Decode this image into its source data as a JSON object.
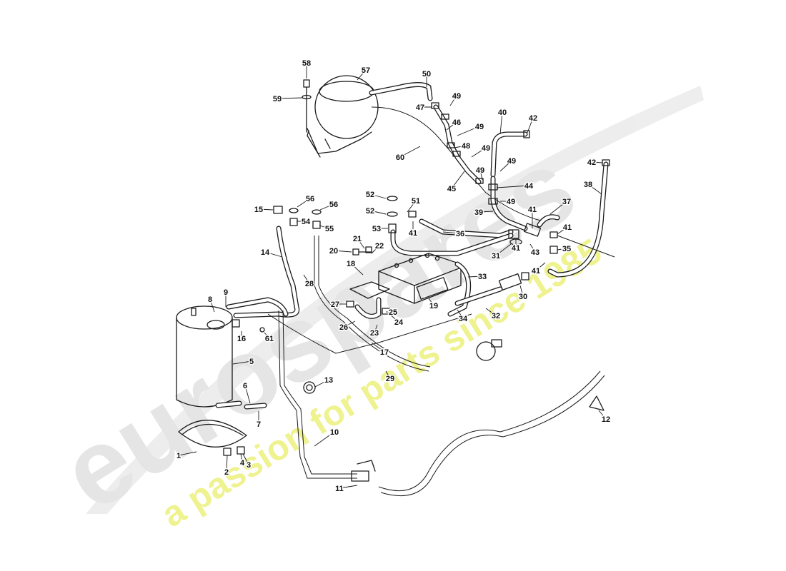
{
  "watermark": {
    "brand": "eurospares",
    "tagline": "a passion for parts since 1985",
    "brand_color": "#d9d9d9",
    "tagline_color": "#eef28a"
  },
  "callouts": [
    "1",
    "2",
    "3",
    "4",
    "5",
    "6",
    "7",
    "8",
    "9",
    "10",
    "11",
    "12",
    "13",
    "14",
    "15",
    "16",
    "17",
    "18",
    "19",
    "20",
    "21",
    "22",
    "23",
    "24",
    "25",
    "26",
    "27",
    "28",
    "29",
    "30",
    "31",
    "32",
    "33",
    "34",
    "35",
    "36",
    "37",
    "38",
    "39",
    "40",
    "41",
    "41",
    "41",
    "41",
    "41",
    "42",
    "42",
    "43",
    "44",
    "45",
    "46",
    "47",
    "48",
    "49",
    "49",
    "49",
    "49",
    "49",
    "49",
    "50",
    "51",
    "52",
    "52",
    "53",
    "54",
    "55",
    "56",
    "56",
    "57",
    "58",
    "59",
    "60",
    "61"
  ]
}
